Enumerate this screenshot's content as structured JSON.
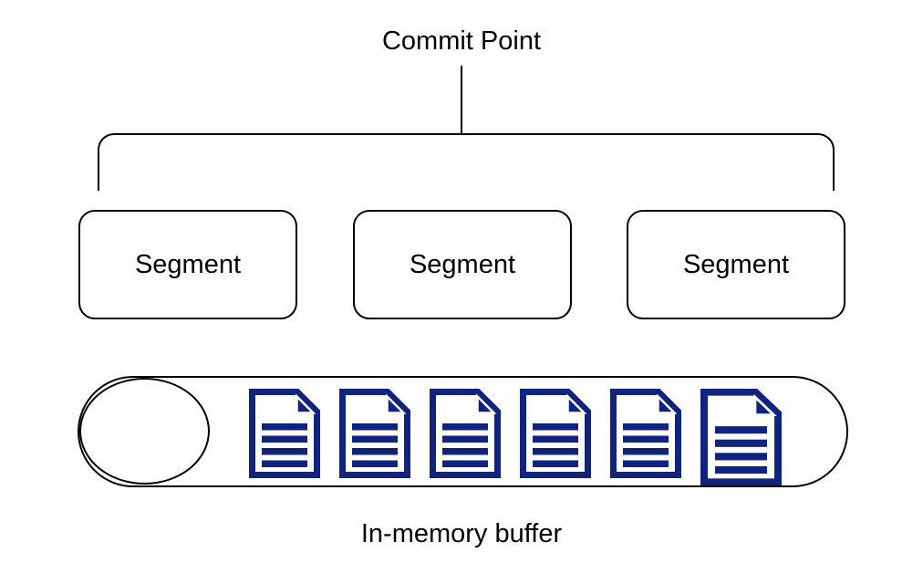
{
  "diagram": {
    "title": "Commit Point",
    "connector": {
      "shape": "bracket",
      "description": "vertical line from title into a rounded bracket spanning the three segments"
    },
    "segments": [
      {
        "label": "Segment"
      },
      {
        "label": "Segment"
      },
      {
        "label": "Segment"
      }
    ],
    "buffer": {
      "label": "In-memory buffer",
      "open_end": "ellipse",
      "document_count": 6,
      "documents": [
        {
          "icon": "document-icon",
          "size": "regular"
        },
        {
          "icon": "document-icon",
          "size": "regular"
        },
        {
          "icon": "document-icon",
          "size": "regular"
        },
        {
          "icon": "document-icon",
          "size": "regular"
        },
        {
          "icon": "document-icon",
          "size": "regular"
        },
        {
          "icon": "document-icon",
          "size": "large"
        }
      ]
    },
    "colors": {
      "line": "#000000",
      "document_blue": "#10237e",
      "background": "#ffffff"
    }
  }
}
